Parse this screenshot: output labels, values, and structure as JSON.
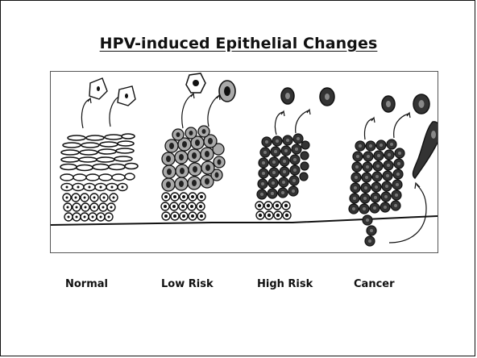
{
  "slide": {
    "title": "HPV-induced Epithelial Changes"
  },
  "stages": [
    {
      "label": "Normal"
    },
    {
      "label": "Low Risk"
    },
    {
      "label": "High Risk"
    },
    {
      "label": "Cancer"
    }
  ],
  "colors": {
    "ink": "#111111",
    "light_cell": "#ffffff",
    "gray_cell": "#aaaaaa",
    "dark_cell": "#333333"
  }
}
